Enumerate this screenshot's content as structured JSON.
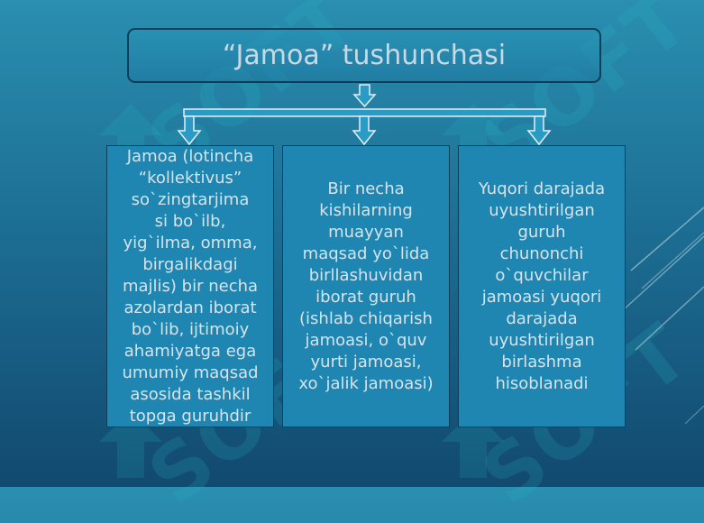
{
  "title": "“Jamoa” tushunchasi",
  "watermark_text": "SOFT",
  "cards": [
    "Jamoa (lotincha\n“kollektivus”\nso`zingtarjima\nsi bo`ilb,\nyig`ilma, omma,\nbirgalikdagi\nmajlis) bir necha\nazolardan iborat\nbo`lib, ijtimoiy\nahamiyatga ega\numumiy maqsad\nasosida tashkil\ntopga guruhdir",
    "Bir necha\nkishilarning\nmuayyan\nmaqsad yo`lida\nbirllashuvidan\niborat guruh\n(ishlab chiqarish\njamoasi, o`quv\nyurti jamoasi,\nxo`jalik jamoasi)",
    "Yuqori darajada\nuyushtirilgan\nguruh\nchunonchi\no`quvchilar\njamoasi yuqori\ndarajada\nuyushtirilgan\nbirlashma\nhisoblanadi"
  ],
  "colors": {
    "background_top": "#2a8fb0",
    "background_bottom": "#12496f",
    "card_fill": "#1f86b2",
    "border": "#0f3d57",
    "text": "#d7e3ea",
    "title_text": "#c9d9e4"
  }
}
